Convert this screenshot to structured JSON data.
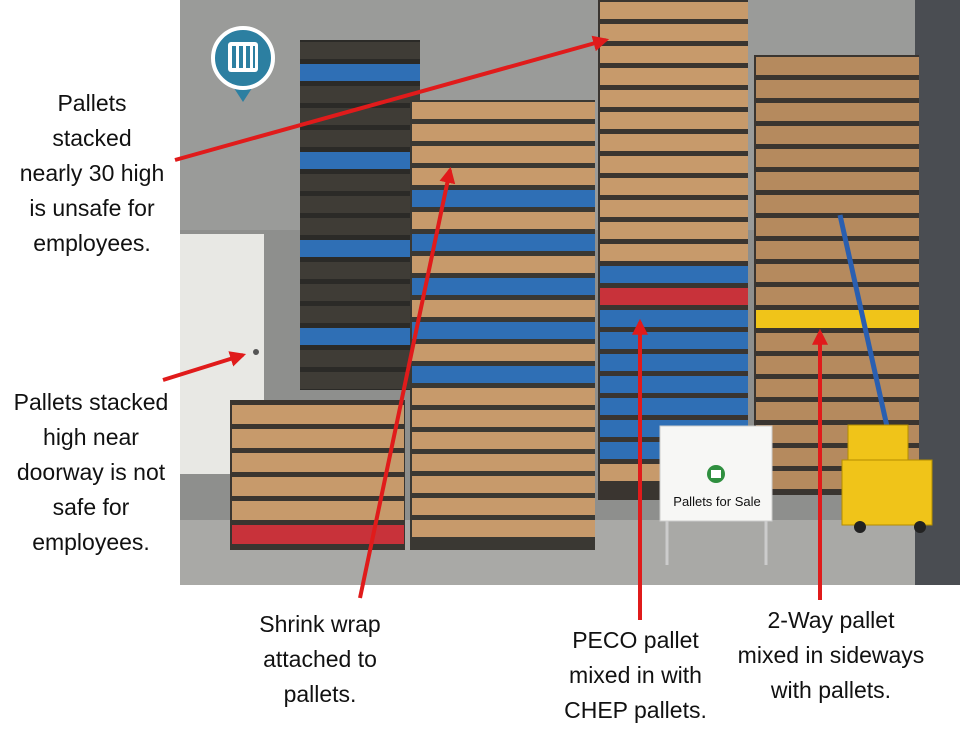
{
  "callouts": {
    "stack_height": "Pallets\nstacked\nnearly 30 high\nis unsafe for\nemployees.",
    "doorway": "Pallets stacked\nhigh near\ndoorway is not\nsafe for\nemployees.",
    "shrink_wrap": "Shrink wrap\nattached to\npallets.",
    "peco": "PECO pallet\nmixed in with\nCHEP pallets.",
    "two_way": "2-Way pallet\nmixed in sideways\nwith pallets."
  },
  "sign": {
    "text": "Pallets for Sale"
  },
  "colors": {
    "arrow": "#e01b1b",
    "brand_teal": "#2c7fa1",
    "brand_green": "#2f8f3f",
    "chep_blue": "#2f6fb5",
    "peco_red": "#c8323a",
    "wood": "#c79a6b",
    "mop_bucket": "#f0c419"
  },
  "icons": {
    "logo": "pallet-logo-pin-icon",
    "sign_logo": "pallet-logo-icon"
  }
}
